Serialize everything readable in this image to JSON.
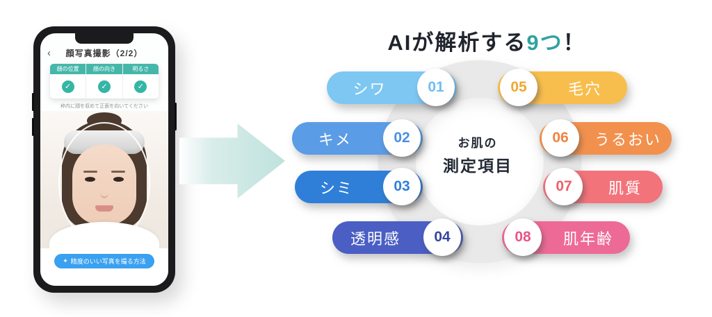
{
  "title": {
    "prefix": "AIが解析する",
    "highlight": "9つ",
    "suffix": "！",
    "highlight_color": "#2fa3a0"
  },
  "phone": {
    "header": {
      "back_icon": "‹",
      "title": "顔写真撮影（2/2）"
    },
    "checks": {
      "tab_color": "#45b7aa",
      "check_icon": "✓",
      "items": [
        {
          "label": "顔の位置"
        },
        {
          "label": "顔の向き"
        },
        {
          "label": "明るさ"
        }
      ],
      "caption": "枠内に顔を収めて正面を向いてください"
    },
    "photo": {
      "subject": "woman-with-headband"
    },
    "tips_button": {
      "icon": "✦",
      "label": "精度のいい写真を撮る方法",
      "color": "#3aa0f0"
    }
  },
  "arrow": {
    "color_start": "#ffffff",
    "color_end": "#bfe2dd"
  },
  "diagram": {
    "ring_color": "#e9e9ea",
    "center": {
      "line1": "お肌の",
      "line2": "測定項目"
    },
    "items": [
      {
        "number": "01",
        "label": "シワ",
        "color": "#7ec7f3",
        "number_color": "#6fbdf0",
        "side": "left"
      },
      {
        "number": "02",
        "label": "キメ",
        "color": "#5b9ce6",
        "number_color": "#4a90e2",
        "side": "left"
      },
      {
        "number": "03",
        "label": "シミ",
        "color": "#2f7fd8",
        "number_color": "#2f7fd8",
        "side": "left"
      },
      {
        "number": "04",
        "label": "透明感",
        "color": "#4a5ec4",
        "number_color": "#35459f",
        "side": "left"
      },
      {
        "number": "05",
        "label": "毛穴",
        "color": "#f8be4d",
        "number_color": "#f0a830",
        "side": "right"
      },
      {
        "number": "06",
        "label": "うるおい",
        "color": "#f2914e",
        "number_color": "#ef8340",
        "side": "right"
      },
      {
        "number": "07",
        "label": "肌質",
        "color": "#f3737b",
        "number_color": "#ee5f6a",
        "side": "right"
      },
      {
        "number": "08",
        "label": "肌年齢",
        "color": "#ee6a96",
        "number_color": "#e85585",
        "side": "right"
      }
    ]
  }
}
